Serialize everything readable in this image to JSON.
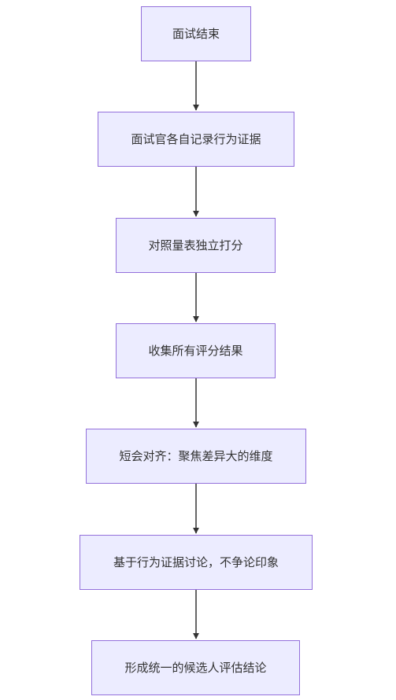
{
  "diagram": {
    "type": "flowchart",
    "direction": "top-to-bottom",
    "colors": {
      "node_fill": "#ececff",
      "node_border": "#9370db",
      "edge": "#333333",
      "text": "#333333"
    },
    "nodes": [
      {
        "id": "n1",
        "label": "面试结束"
      },
      {
        "id": "n2",
        "label": "面试官各自记录行为证据"
      },
      {
        "id": "n3",
        "label": "对照量表独立打分"
      },
      {
        "id": "n4",
        "label": "收集所有评分结果"
      },
      {
        "id": "n5",
        "label": "短会对齐：聚焦差异大的维度"
      },
      {
        "id": "n6",
        "label": "基于行为证据讨论，不争论印象"
      },
      {
        "id": "n7",
        "label": "形成统一的候选人评估结论"
      }
    ],
    "edges": [
      {
        "from": "n1",
        "to": "n2"
      },
      {
        "from": "n2",
        "to": "n3"
      },
      {
        "from": "n3",
        "to": "n4"
      },
      {
        "from": "n4",
        "to": "n5"
      },
      {
        "from": "n5",
        "to": "n6"
      },
      {
        "from": "n6",
        "to": "n7"
      }
    ]
  }
}
